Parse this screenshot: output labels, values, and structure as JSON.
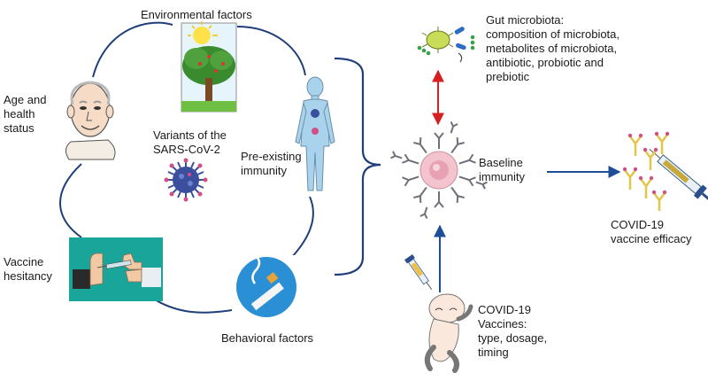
{
  "labels": {
    "environmental": "Environmental factors",
    "age_health": "Age and\nhealth\nstatus",
    "variants": "Variants of the\nSARS-CoV-2",
    "preexisting": "Pre-existing\nimmunity",
    "hesitancy": "Vaccine\nhesitancy",
    "behavioral": "Behavioral factors",
    "gut": "Gut microbiota:\ncomposition of microbiota,\nmetabolites of microbiota,\nantibiotic, probiotic and\nprebiotic",
    "baseline": "Baseline\nimmunity",
    "efficacy": "COVID-19\nvaccine efficacy",
    "vaccines": "COVID-19\nVaccines:\ntype, dosage,\ntiming"
  },
  "colors": {
    "connector": "#1f3f7a",
    "arrow_blue": "#1f4e99",
    "arrow_red": "#d42020",
    "virus": "#3b4f9e",
    "tree": "#3a8a2e",
    "panel_teal": "#1aa59a",
    "circle_blue": "#2b8fd6",
    "antibody_yellow": "#e2c64a",
    "antibody_pink": "#d24f86",
    "antibody_gray": "#6f6f7a"
  },
  "icons": [
    "elderly-man-icon",
    "tree-sun-icon",
    "virus-icon",
    "human-body-icon",
    "vaccine-hesitancy-icon",
    "no-smoking-icon",
    "bacteria-icon",
    "immune-cell-icon",
    "antibodies-syringe-icon",
    "baby-injection-icon"
  ]
}
